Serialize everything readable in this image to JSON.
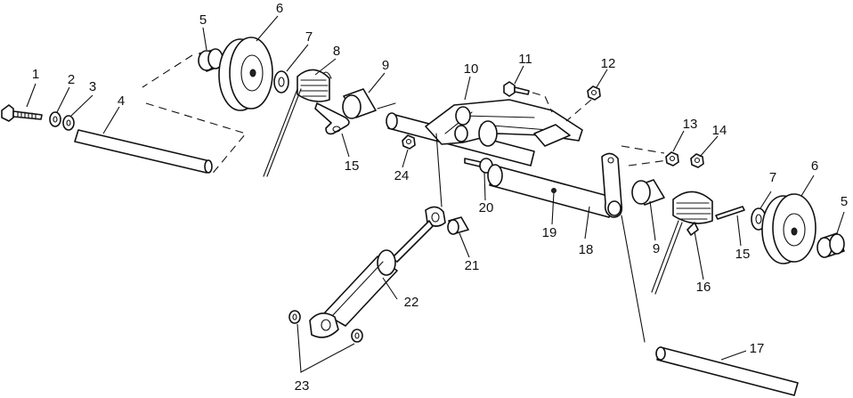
{
  "diagram": {
    "callouts": [
      {
        "id": "c1",
        "label": "1"
      },
      {
        "id": "c2",
        "label": "2"
      },
      {
        "id": "c3",
        "label": "3"
      },
      {
        "id": "c4",
        "label": "4"
      },
      {
        "id": "c5a",
        "label": "5"
      },
      {
        "id": "c6a",
        "label": "6"
      },
      {
        "id": "c7a",
        "label": "7"
      },
      {
        "id": "c8",
        "label": "8"
      },
      {
        "id": "c9a",
        "label": "9"
      },
      {
        "id": "c10",
        "label": "10"
      },
      {
        "id": "c11",
        "label": "11"
      },
      {
        "id": "c12",
        "label": "12"
      },
      {
        "id": "c13",
        "label": "13"
      },
      {
        "id": "c14",
        "label": "14"
      },
      {
        "id": "c15a",
        "label": "15"
      },
      {
        "id": "c24",
        "label": "24"
      },
      {
        "id": "c20",
        "label": "20"
      },
      {
        "id": "c19",
        "label": "19"
      },
      {
        "id": "c18",
        "label": "18"
      },
      {
        "id": "c9b",
        "label": "9"
      },
      {
        "id": "c7b",
        "label": "7"
      },
      {
        "id": "c6b",
        "label": "6"
      },
      {
        "id": "c5b",
        "label": "5"
      },
      {
        "id": "c15b",
        "label": "15"
      },
      {
        "id": "c16",
        "label": "16"
      },
      {
        "id": "c21",
        "label": "21"
      },
      {
        "id": "c22",
        "label": "22"
      },
      {
        "id": "c17",
        "label": "17"
      },
      {
        "id": "c23",
        "label": "23"
      }
    ]
  }
}
